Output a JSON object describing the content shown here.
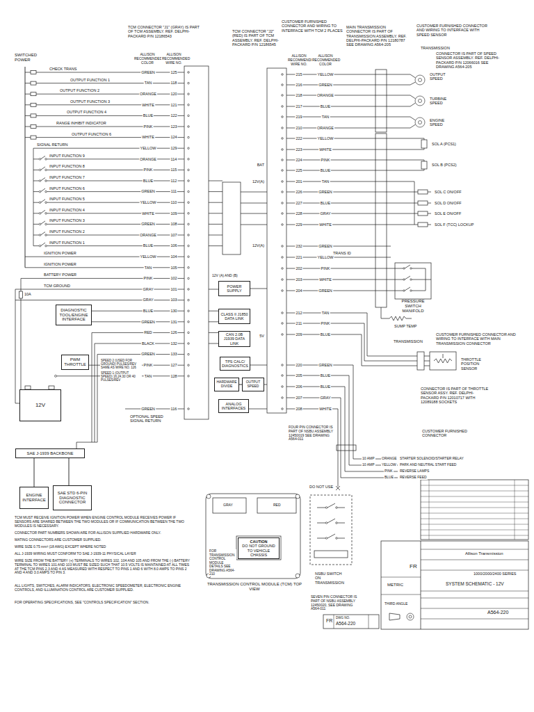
{
  "diagram": {
    "nodes": [
      {
        "text": [
          "POWER SUPPLY"
        ]
      },
      {
        "text": [
          "CLASS II J1850 DATA LINK"
        ]
      },
      {
        "text": [
          "CAN 2.0B J1939 DATA LINK"
        ]
      },
      {
        "text": [
          "TPS CALC/ DIAGNOSTICS"
        ]
      },
      {
        "text": [
          "HARDWARE DIVIDE"
        ]
      },
      {
        "text": [
          "OUTPUT SPEED"
        ]
      },
      {
        "text": [
          "ANALOG INTERFACES"
        ]
      },
      {
        "text": [
          "DIAGNOSTIC TOOL/ENGINE INTERFACE"
        ]
      },
      {
        "text": [
          "PWM THROTTLE"
        ]
      },
      {
        "text": [
          "12V"
        ]
      },
      {
        "text": [
          "SAE J-1939 BACKBONE"
        ]
      },
      {
        "text": [
          "ENGINE INTERFACE"
        ]
      },
      {
        "text": [
          "SAE STD 6-PIN DIAGNOSTIC CONNECTOR"
        ]
      },
      {
        "text": [
          "PRESSURE SWITCH MANIFOLD"
        ]
      },
      {
        "text": [
          "TRANSMISSION CONTROL MODULE (TCM) TOP VIEW"
        ]
      },
      {
        "text": [
          "CAUTION",
          "DO NOT GROUND TO VEHICLE CHASSIS"
        ],
        "in": 14
      }
    ],
    "edges": [
      {
        "from": 10,
        "to": 11,
        "arrow": "none"
      },
      {
        "from": 10,
        "to": 12,
        "arrow": "none"
      },
      {
        "from": 4,
        "to": 5,
        "arrow": "none"
      }
    ],
    "labels": [
      "SWITCHED POWER",
      "TCM CONNECTOR \"J1\" (GRAY) IS PART OF TCM ASSEMBLY. REF. DELPHI-PACKARD P/N 12186543",
      "TCM CONNECTOR \"J2\" (RED) IS PART OF TCM ASSEMBLY. REF. DELPHI-PACKARD P/N 12186545",
      "CUSTOMER FURNISHED CONNECTOR AND WIRING TO INTERFACE WITH TCM 2 PLACES",
      "MAIN TRANSMISSION CONNECTOR IS PART OF TRANSMISSION ASSEMBLY. REF. DELPHI-PACKARD P/N 12180787 SEE DRAWING A564-205",
      "CUSTOMER FURNISHED CONNECTOR AND WIRING TO INTERFACE WITH SPEED SENSOR",
      "TRANSMISSION",
      "CONNECTOR IS PART OF SPEED SENSOR ASSEMBLY. REF. DELPHI-PACKARD P/N 12066016 SEE DRAWING A564-205",
      "ALLISON RECOMMENDED COLOR",
      "ALLISON RECOMMENDED WIRE NO.",
      "ALLISON RECOMMENDED WIRE NO.",
      "ALLISON RECOMMENDED COLOR",
      "CHECK TRANS",
      "GREEN",
      "125",
      "OUTPUT FUNCTION 1",
      "TAN",
      "118",
      "OUTPUT FUNCTION 2",
      "ORANGE",
      "120",
      "OUTPUT FUNCTION 3",
      "WHITE",
      "121",
      "OUTPUT FUNCTION 4",
      "BLUE",
      "122",
      "RANGE INHIBIT INDICATOR",
      "PINK",
      "123",
      "OUTPUT FUNCTION 6",
      "WHITE",
      "124",
      "SIGNAL RETURN",
      "YELLOW",
      "129",
      "INPUT FUNCTION 9",
      "ORANGE",
      "114",
      "INPUT FUNCTION 8",
      "PINK",
      "115",
      "INPUT FUNCTION 7",
      "BLUE",
      "112",
      "INPUT FUNCTION 6",
      "GREEN",
      "111",
      "INPUT FUNCTION 5",
      "YELLOW",
      "110",
      "INPUT FUNCTION 4",
      "WHITE",
      "109",
      "INPUT FUNCTION 3",
      "GREEN",
      "108",
      "INPUT FUNCTION 2",
      "ORANGE",
      "107",
      "INPUT FUNCTION 1",
      "BLUE",
      "106",
      "IGNITION POWER",
      "YELLOW",
      "104",
      "IGNITION POWER",
      "TAN",
      "105",
      "BATTERY POWER",
      "PINK",
      "102",
      "TCM GROUND",
      "GRAY",
      "101",
      "GRAY",
      "103",
      "BLUE",
      "130",
      "GREEN",
      "131",
      "RED",
      "126",
      "BLACK",
      "132",
      "GREEN",
      "133",
      "PINK",
      "127",
      "TAN",
      "128",
      "GREEN",
      "116",
      "OPTIONAL SPEED SIGNAL RETURN",
      "215",
      "YELLOW",
      "216",
      "GREEN",
      "218",
      "ORANGE",
      "217",
      "BLUE",
      "219",
      "TAN",
      "210",
      "ORANGE",
      "222",
      "YELLOW",
      "223",
      "WHITE",
      "224",
      "PINK",
      "225",
      "BLUE",
      "201",
      "TAN",
      "226",
      "GREEN",
      "227",
      "BLUE",
      "228",
      "GRAY",
      "229",
      "WHITE",
      "232",
      "GREEN",
      "221",
      "YELLOW",
      "202",
      "PINK",
      "203",
      "WHITE",
      "204",
      "GREEN",
      "212",
      "TAN",
      "211",
      "PINK",
      "209",
      "BLUE",
      "220",
      "GREEN",
      "205",
      "BLUE",
      "206",
      "BLUE",
      "207",
      "GRAY",
      "208",
      "WHITE",
      "BAT",
      "12V(A)",
      "12V(A)",
      "12V (A) AND (B)",
      "5V",
      "TRANS ID",
      "10A",
      "SPEED 2 (USED FOR GROUND) PULSES/REV SAME AS WIRE NO. 126",
      "SPEED 1 (OUTPUT SPEED) 16,24,30 OR 40 PULSES/REV",
      "OUTPUT SPEED",
      "TURBINE SPEED",
      "ENGINE SPEED",
      "SOL A (PCS1)",
      "SOL B (PCS2)",
      "SOL C ON/OFF",
      "SOL D ON/OFF",
      "SOL E ON/OFF",
      "SOL F (TCC) LOCKUP",
      "SUMP TEMP",
      "TRANSMISSION",
      "CUSTOMER FURNISHED CONNECTOR AND WIRING TO INTERFACE WITH MAIN TRANSMISSION CONNECTOR",
      "THROTTLE POSITION SENSOR",
      "CONNECTOR IS PART OF THROTTLE SENSOR ASSY. REF. DELPHI-PACKARD P/N 12010717 WITH 12089188 SOCKETS",
      "CUSTOMER FURNISHED CONNECTOR",
      "10 AMP",
      "10 AMP",
      "ORANGE",
      "YELLOW",
      "PINK",
      "BLUE",
      "STARTER SOLENOID/STARTER RELAY",
      "PARK AND NEUTRAL START FEED",
      "REVERSE LAMPS",
      "REVERSE FEED",
      "DO NOT USE",
      "NSBU SWITCH ON TRANSMISSION",
      "SEVEN PIN CONNECTOR IS PART OF NSBU ASSEMBLY 12450020, SEE DRAWING A564-011",
      "FOUR PIN CONNECTOR IS PART OF NSBU ASSEMBLY 12450019 SEE DRAWING A564-011",
      "FOR TRANSMISSION CONTROL MODULE DETAILS SEE DRAWING A564-210",
      "GRAY",
      "RED",
      "TCM MUST RECEIVE IGNITION POWER WHEN ENGINE CONTROL MODULE RECEIVES POWER IF SENSORS ARE SHARED BETWEEN THE TWO MODULES OR IF COMMUNICATION BETWEEN THE TWO MODULES IS NECESSARY.",
      "CONNECTOR PART NUMBERS SHOWN ARE FOR ALLISON SUPPLIED HARDWARE ONLY.",
      "MATING CONNECTORS ARE CUSTOMER SUPPLIED.",
      "WIRE SIZE 0.75 mm² (18 AWG) EXCEPT WHERE NOTED",
      "ALL J-1939 WIRING MUST CONFORM TO SAE J-1939-11 PHYSICAL LAYER",
      "WIRE SIZE FROM THE BATTERY (+) TERMINALS TO WIRES 102, 104 AND 105 AND FROM THE (-) BATTERY TERMINAL TO WIRES 101 AND 103 MUST BE SIZED SUCH THAT 10.5 VOLTS IS MAINTAINED AT ALL TIMES AT THE TCM PINS 2,3 AND 4 AS MEASURED WITH RESPECT TO PINS 1 AND 6 WITH 8.0 AMPS TO PINS 2 AND 4 AND 3.0 AMPS TO PIN 3.",
      "ALL LIGHTS, SWITCHES, ALARM INDICATORS, ELECTRONIC SPEEDOMETER, ELECTRONIC ENGINE CONTROLS, AND ILLUMINATION CONTROL ARE CUSTOMER SUPPLIED.",
      "FOR OPERATING SPECIFICATIONS, SEE \"CONTROLS SPECIFICATION\" SECTION.",
      "FR",
      "METRIC",
      "THIRD ANGLE",
      "Allison Transmission",
      "1000/2000/2400 SERIES",
      "SYSTEM SCHEMATIC - 12V",
      "A564-220",
      "FR",
      "DWG NO.",
      "A564-220"
    ]
  }
}
